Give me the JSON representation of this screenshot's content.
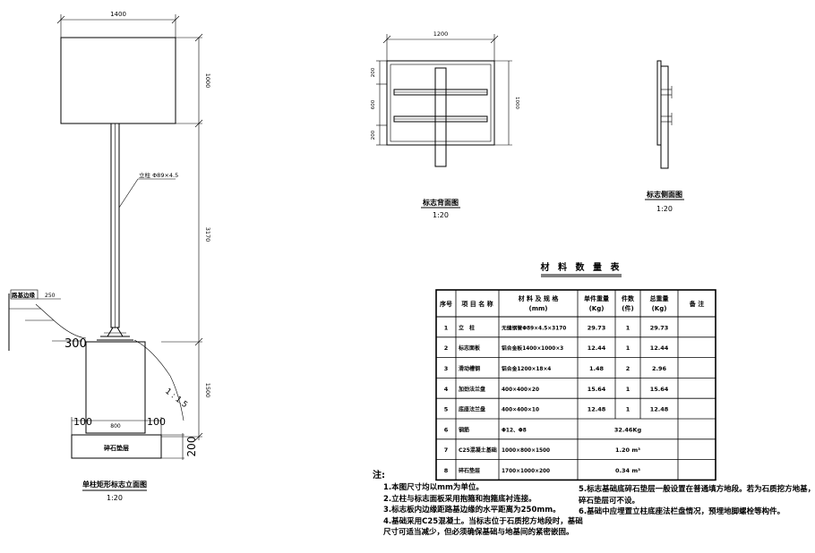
{
  "elevation": {
    "dim_top": "1400",
    "dim_sign_height": "1000",
    "dim_post_height": "3170",
    "dim_found_height": "1500",
    "post_label": "立柱 Φ89×4.5",
    "road_edge_label": "路基边缘",
    "road_edge_dim": "250",
    "offset_300": "300",
    "slope": "1 : 1.5",
    "base_left": "100",
    "base_mid": "800",
    "base_right": "100",
    "gravel_label": "碎石垫层",
    "gravel_dim": "200",
    "title": "单柱矩形标志立面图",
    "scale": "1:20"
  },
  "back_view": {
    "dim_width": "1200",
    "dim_left_1": "200",
    "dim_left_2": "600",
    "dim_left_3": "200",
    "dim_right": "1000",
    "title": "标志背面图",
    "scale": "1:20"
  },
  "side_view": {
    "title": "标志侧面图",
    "scale": "1:20"
  },
  "table": {
    "title": "材 料 数 量 表",
    "headers": [
      "序号",
      "项 目 名 称",
      "材 料 及 规 格\n(mm)",
      "单件重量\n(Kg)",
      "件数\n(件)",
      "总重量\n(Kg)",
      "备 注"
    ],
    "rows": [
      [
        "1",
        "立　柱",
        "无缝钢管Φ89×4.5×3170",
        "29.73",
        "1",
        "29.73",
        ""
      ],
      [
        "2",
        "标志面板",
        "铝合金板1400×1000×3",
        "12.44",
        "1",
        "12.44",
        ""
      ],
      [
        "3",
        "滑动槽钢",
        "铝合金1200×18×4",
        "1.48",
        "2",
        "2.96",
        ""
      ],
      [
        "4",
        "加劲法兰盘",
        "400×400×20",
        "15.64",
        "1",
        "15.64",
        ""
      ],
      [
        "5",
        "底座法兰盘",
        "400×400×10",
        "12.48",
        "1",
        "12.48",
        ""
      ],
      [
        "6",
        "钢筋",
        "Φ12、Φ8",
        "",
        "",
        "32.46Kg",
        ""
      ],
      [
        "7",
        "C25混凝土基础",
        "1000×800×1500",
        "",
        "",
        "1.20 m³",
        ""
      ],
      [
        "8",
        "碎石垫层",
        "1700×1000×200",
        "",
        "",
        "0.34 m³",
        ""
      ]
    ]
  },
  "notes": {
    "heading": "注:",
    "left": [
      "1.本图尺寸均以mm为单位。",
      "2.立柱与标志面板采用抱箍和抱箍底衬连接。",
      "3.标志板内边缘距路基边缘的水平距离为250mm。",
      "4.基础采用C25混凝土。当标志位于石质挖方地段时，基础",
      "  尺寸可适当减少，但必须确保基础与地基间的紧密嵌固。"
    ],
    "right": [
      "5.标志基础底碎石垫层一般设置在普通填方地段。若为石质挖方地基，",
      "  碎石垫层可不设。",
      "6.基础中应埋置立柱底座法栏盘情况，预埋地脚螺栓等构件。"
    ]
  }
}
